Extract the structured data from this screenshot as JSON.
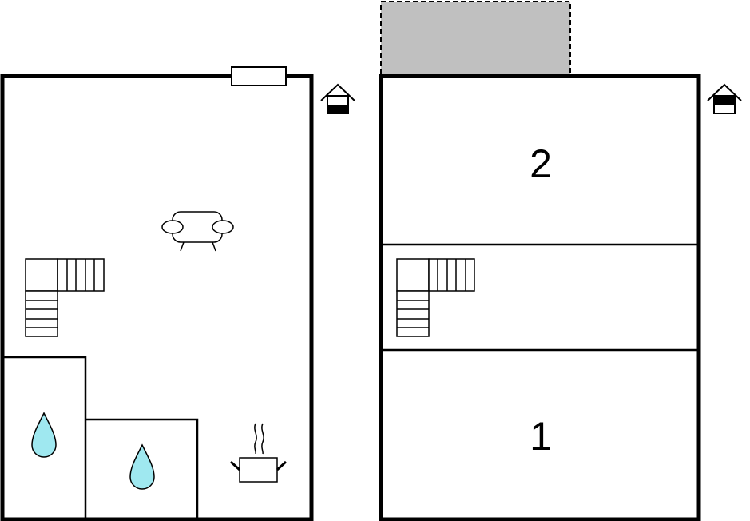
{
  "floors": [
    {
      "id": "ground-floor",
      "level_icon": "house-level-icon-lower",
      "rooms": [
        {
          "type": "living-room",
          "icon": "sofa-icon"
        },
        {
          "type": "staircase",
          "icon": "stairs-icon"
        },
        {
          "type": "bathroom",
          "icon": "water-drop-icon"
        },
        {
          "type": "bathroom",
          "icon": "water-drop-icon"
        },
        {
          "type": "kitchen",
          "icon": "cooking-pot-icon"
        }
      ],
      "features": [
        "window"
      ]
    },
    {
      "id": "upper-floor",
      "level_icon": "house-level-icon-upper",
      "rooms": [
        {
          "type": "bedroom",
          "label": "2"
        },
        {
          "type": "staircase",
          "icon": "stairs-icon"
        },
        {
          "type": "bedroom",
          "label": "1"
        }
      ],
      "features": [
        "balcony"
      ]
    }
  ],
  "colors": {
    "wall": "#000000",
    "water_drop": "#9fe8f0",
    "balcony": "#c0c0c0",
    "level_marker": "#000000"
  }
}
